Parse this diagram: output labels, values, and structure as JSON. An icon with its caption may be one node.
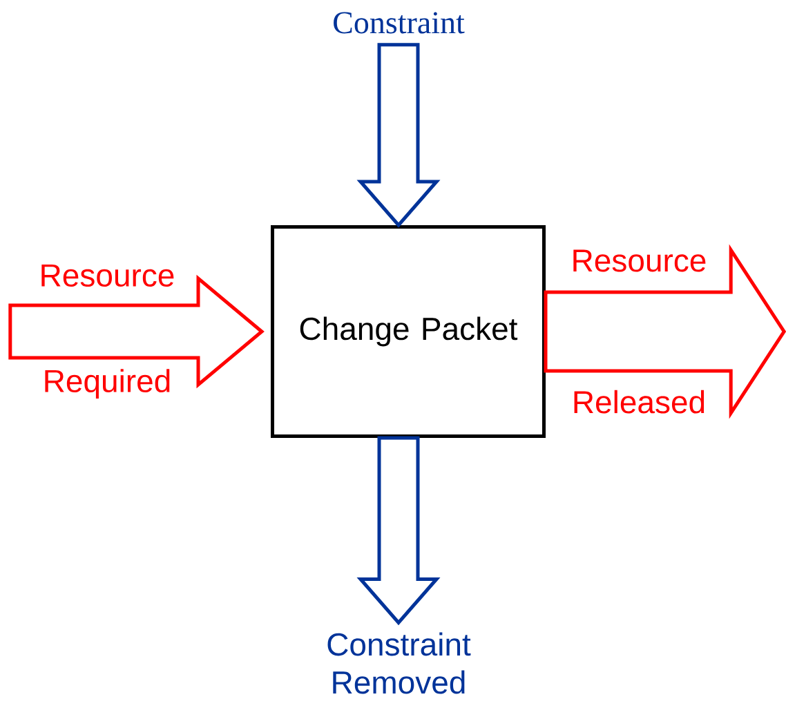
{
  "diagram": {
    "nodes": [
      {
        "text": [
          "Change Packet"
        ]
      },
      {
        "text": [
          "Constraint"
        ]
      },
      {
        "text": [
          "Resource",
          "Required"
        ]
      },
      {
        "text": [
          "Resource",
          "Released"
        ]
      },
      {
        "text": [
          "Constraint Removed"
        ]
      }
    ],
    "edges": [
      {
        "from": 1,
        "to": 0,
        "arrow": "to",
        "color": "#003399"
      },
      {
        "from": 2,
        "to": 0,
        "arrow": "to",
        "color": "#ff0000"
      },
      {
        "from": 0,
        "to": 3,
        "arrow": "to",
        "color": "#ff0000"
      },
      {
        "from": 0,
        "to": 4,
        "arrow": "to",
        "color": "#003399"
      }
    ]
  }
}
